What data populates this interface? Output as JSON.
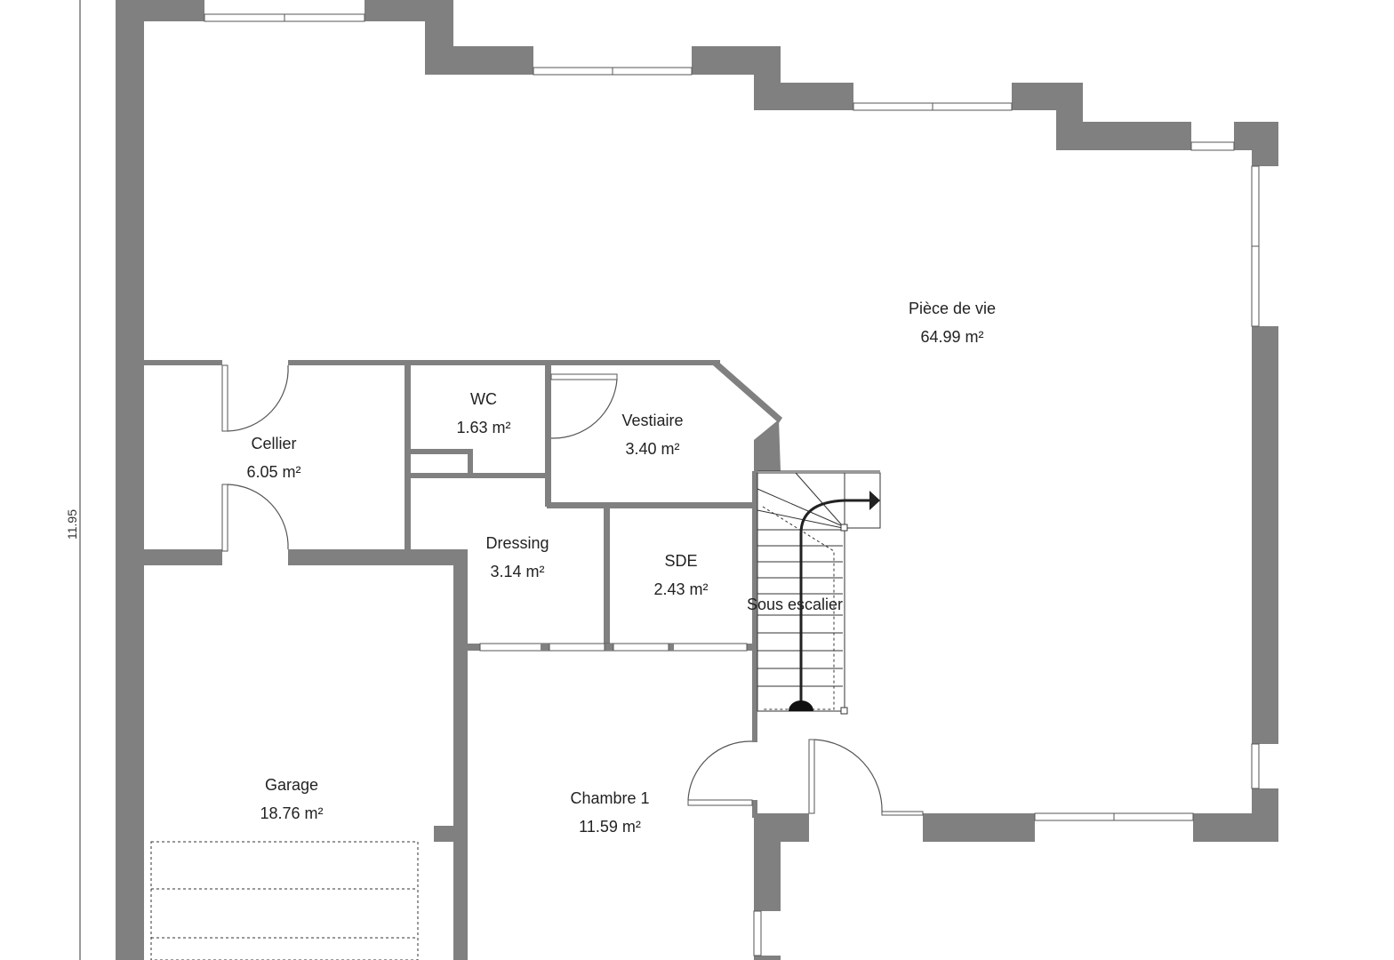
{
  "plan": {
    "dimension": "11.95",
    "rooms": [
      {
        "name": "Pièce de vie",
        "area": "64.99 m²"
      },
      {
        "name": "WC",
        "area": "1.63 m²"
      },
      {
        "name": "Vestiaire",
        "area": "3.40 m²"
      },
      {
        "name": "Cellier",
        "area": "6.05 m²"
      },
      {
        "name": "Dressing",
        "area": "3.14 m²"
      },
      {
        "name": "SDE",
        "area": "2.43 m²"
      },
      {
        "name": "Garage",
        "area": "18.76 m²"
      },
      {
        "name": "Chambre 1",
        "area": "11.59 m²"
      }
    ],
    "stair_label": "Sous escalier"
  },
  "colors": {
    "wall": "#808080",
    "background": "#ffffff"
  }
}
